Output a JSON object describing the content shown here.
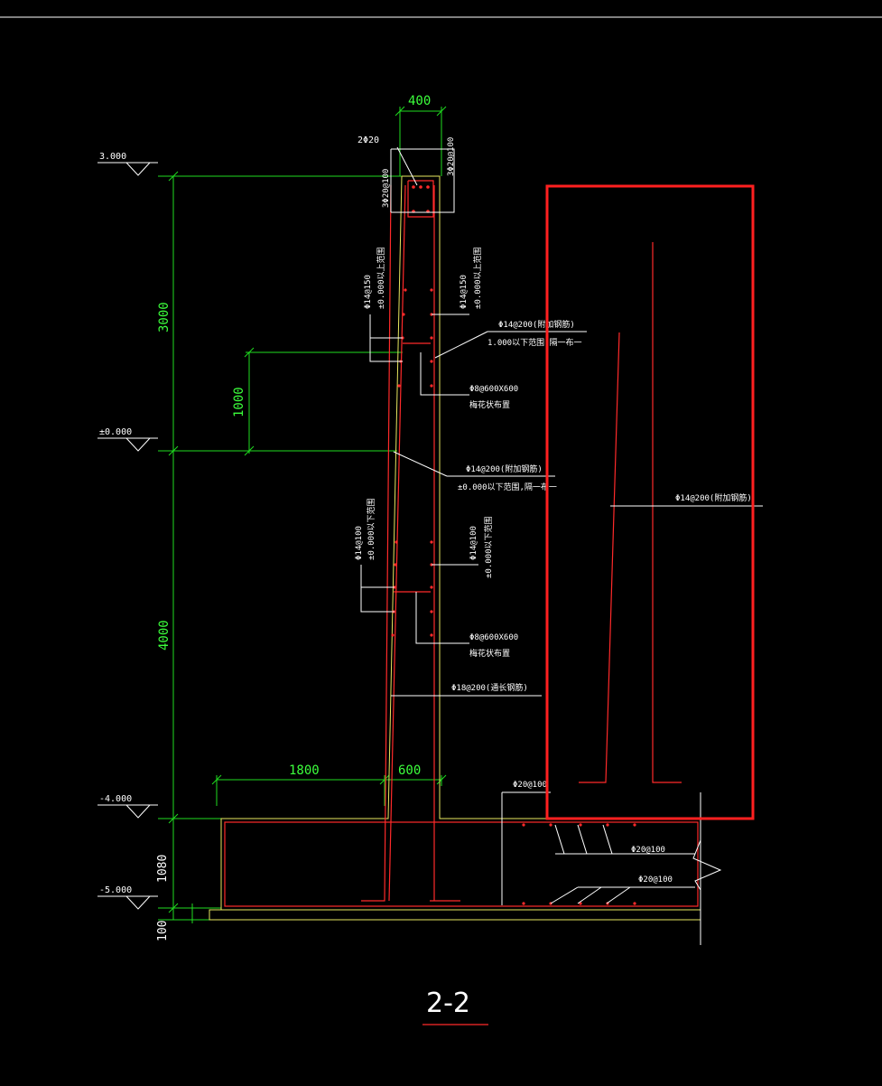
{
  "drawing": {
    "title": "2-2",
    "background": "#000000",
    "accent_highlight": "#ff2020",
    "dimensions": {
      "top_width": "400",
      "upper_height": "3000",
      "sub_height": "1000",
      "lower_height": "4000",
      "toe_width": "1800",
      "stem_base": "600",
      "base_thickness": "1080",
      "cushion": "100"
    },
    "elevations": {
      "top": "3.000",
      "ground": "±0.000",
      "base_top": "-4.000",
      "base_bottom": "-5.000"
    },
    "rebar_labels": {
      "top_main": "2Φ20",
      "top_side": "3Φ20@100",
      "top_side_left": "3Φ20@100",
      "upper_left_v": "Φ14@150",
      "upper_left_note": "±0.000以上范围",
      "upper_right_v": "Φ14@150",
      "upper_right_note": "±0.000以上范围",
      "add_bar_1": "Φ14@200(附加钢筋)",
      "add_bar_1_note": "1.000以下范围,隔一布一",
      "tie_1": "Φ8@600X600",
      "tie_1_note": "梅花状布置",
      "add_bar_2": "Φ14@200(附加钢筋)",
      "add_bar_2_note": "±0.000以下范围,隔一布一",
      "lower_left_v": "Φ14@100",
      "lower_left_note": "±0.000以下范围",
      "lower_right_v": "Φ14@100",
      "lower_right_note": "±0.000以下范围",
      "tie_2": "Φ8@600X600",
      "tie_2_note": "梅花状布置",
      "through_bar": "Φ18@200(通长钢筋)",
      "base_top_bar": "Φ20@100",
      "base_mid_bar": "Φ20@100",
      "base_bot_bar": "Φ20@100",
      "highlight_label": "Φ14@200(附加钢筋)"
    }
  }
}
